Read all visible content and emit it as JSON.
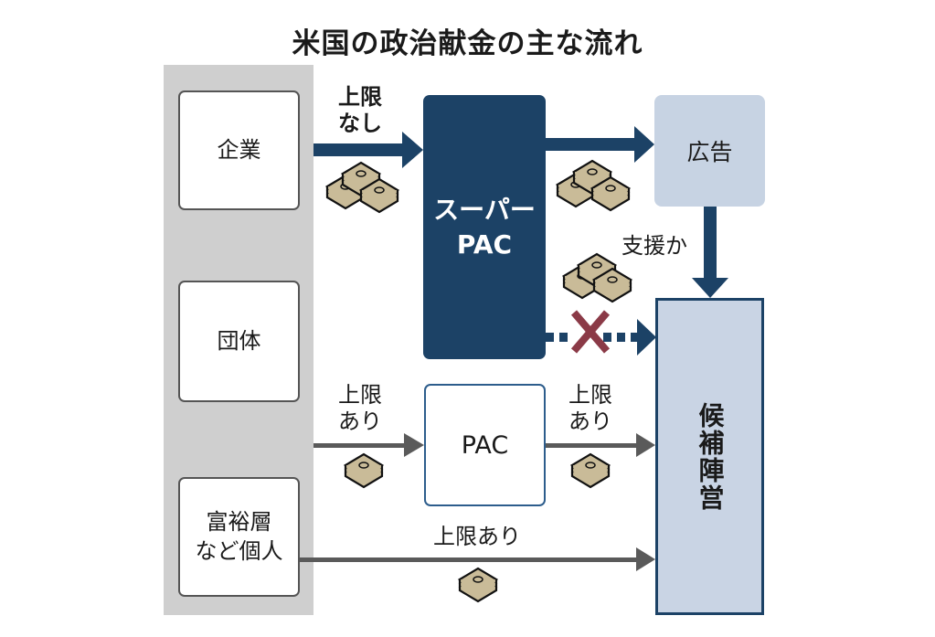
{
  "title": "米国の政治献金の主な流れ",
  "donors": {
    "corporation": "企業",
    "organization": "団体",
    "individual_line1": "富裕層",
    "individual_line2": "など個人"
  },
  "entities": {
    "super_pac_line1": "スーパー",
    "super_pac_line2": "PAC",
    "advertising": "広告",
    "pac": "PAC",
    "campaign": "候補陣営"
  },
  "flow_labels": {
    "unlimited_line1": "上限",
    "unlimited_line2": "なし",
    "support": "支援か",
    "limited_in_line1": "上限",
    "limited_in_line2": "あり",
    "limited_out_line1": "上限",
    "limited_out_line2": "あり",
    "limited_direct": "上限あり"
  },
  "colors": {
    "navy": "#1c4266",
    "gray_arrow": "#5a5a5a",
    "light_blue": "#c7d3e3",
    "prohibited_x": "#8b3a47",
    "money": "#c9bb98"
  }
}
